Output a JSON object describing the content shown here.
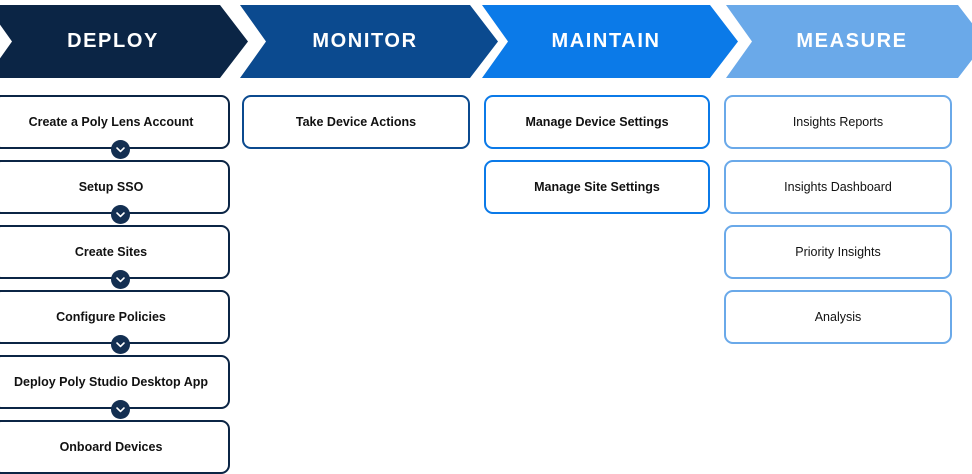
{
  "palette": {
    "deploy": "#0a2murk",
    "stage_deploy": "#0b2545",
    "stage_monitor": "#0b4a8f",
    "stage_maintain": "#0b7ae8",
    "stage_measure": "#6aa9e9",
    "card_border_deploy": "#0b2545",
    "card_border_monitor": "#0b4a8f",
    "card_border_maintain": "#0b7ae8",
    "card_border_measure": "#6aa9e9",
    "connector_fill": "#132f52",
    "connector_glyph": "#ffffff",
    "text_dark": "#111111",
    "text_light": "#ffffff",
    "background": "#ffffff"
  },
  "stages": [
    {
      "id": "deploy",
      "title": "DEPLOY",
      "header_color": "#0b2545",
      "card_border_color": "#0b2545",
      "text_weight": "bold",
      "connectors": true,
      "connector_icon": "chevron-down-circle-icon",
      "steps": [
        {
          "label": "Create a Poly Lens Account"
        },
        {
          "label": "Setup SSO"
        },
        {
          "label": "Create Sites"
        },
        {
          "label": "Configure Policies"
        },
        {
          "label": "Deploy Poly Studio Desktop App"
        },
        {
          "label": "Onboard Devices"
        }
      ]
    },
    {
      "id": "monitor",
      "title": "MONITOR",
      "header_color": "#0b4a8f",
      "card_border_color": "#0b4a8f",
      "text_weight": "bold",
      "connectors": false,
      "steps": [
        {
          "label": "Take Device Actions"
        }
      ]
    },
    {
      "id": "maintain",
      "title": "MAINTAIN",
      "header_color": "#0b7ae8",
      "card_border_color": "#0b7ae8",
      "text_weight": "bold",
      "connectors": false,
      "steps": [
        {
          "label": "Manage Device Settings"
        },
        {
          "label": "Manage Site Settings"
        }
      ]
    },
    {
      "id": "measure",
      "title": "MEASURE",
      "header_color": "#6aa9e9",
      "card_border_color": "#6aa9e9",
      "text_weight": "regular",
      "connectors": false,
      "steps": [
        {
          "label": "Insights Reports"
        },
        {
          "label": "Insights Dashboard"
        },
        {
          "label": "Priority Insights"
        },
        {
          "label": "Analysis"
        }
      ]
    }
  ]
}
